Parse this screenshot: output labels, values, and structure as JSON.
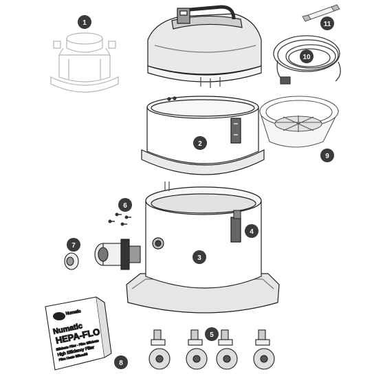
{
  "diagram": {
    "callouts": [
      {
        "id": "motor",
        "number": "1"
      },
      {
        "id": "clamp-ring",
        "number": "2"
      },
      {
        "id": "container",
        "number": "3"
      },
      {
        "id": "clip",
        "number": "4"
      },
      {
        "id": "castors",
        "number": "5"
      },
      {
        "id": "screws",
        "number": "6"
      },
      {
        "id": "inlet-cap",
        "number": "7"
      },
      {
        "id": "filter-box",
        "number": "8"
      },
      {
        "id": "filter-basket",
        "number": "9"
      },
      {
        "id": "cable",
        "number": "10"
      },
      {
        "id": "fuse",
        "number": "11"
      }
    ],
    "filter_box": {
      "brand": "Numatic",
      "product": "HEPA-FLO",
      "caption_1": "Effiziente Filter · Filtro Efficiente",
      "caption_2": "High Efficiency Filter",
      "caption_3": "Filtre Haute Efficacité"
    },
    "colors": {
      "badge": "#3a3a3a",
      "line": "#1e1e1e",
      "faint_line": "#b5b5b5",
      "part_fill": "#f2f2f2",
      "dark_fill": "#555555"
    }
  }
}
